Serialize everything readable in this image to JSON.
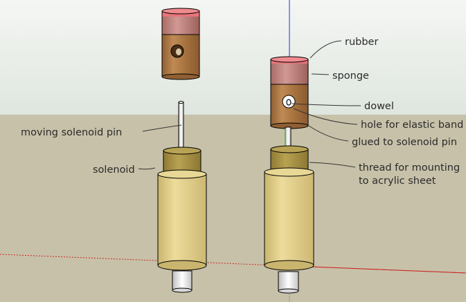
{
  "colors": {
    "sky_top": "#f4f6f3",
    "sky_bottom": "#dfe6df",
    "ground": "#c7c1a9",
    "solenoid_body": "#e3d290",
    "solenoid_body_shade": "#c9b56d",
    "thread": "#b09a48",
    "rubber": "#e7747a",
    "sponge": "#c48a88",
    "wood": "#b57f4c",
    "leader": "#333333",
    "blue_axis": "#2233cc",
    "red_axis": "#cc2222",
    "green_axis": "#22aa22"
  },
  "labels": {
    "rubber": "rubber",
    "sponge": "sponge",
    "dowel": "dowel",
    "hole_for_elastic_band": "hole for elastic band",
    "glued_to_solenoid_pin": "glued to solenoid pin",
    "thread_line1": "thread for mounting",
    "thread_line2": "to acrylic sheet",
    "moving_solenoid_pin": "moving solenoid pin",
    "solenoid": "solenoid"
  }
}
